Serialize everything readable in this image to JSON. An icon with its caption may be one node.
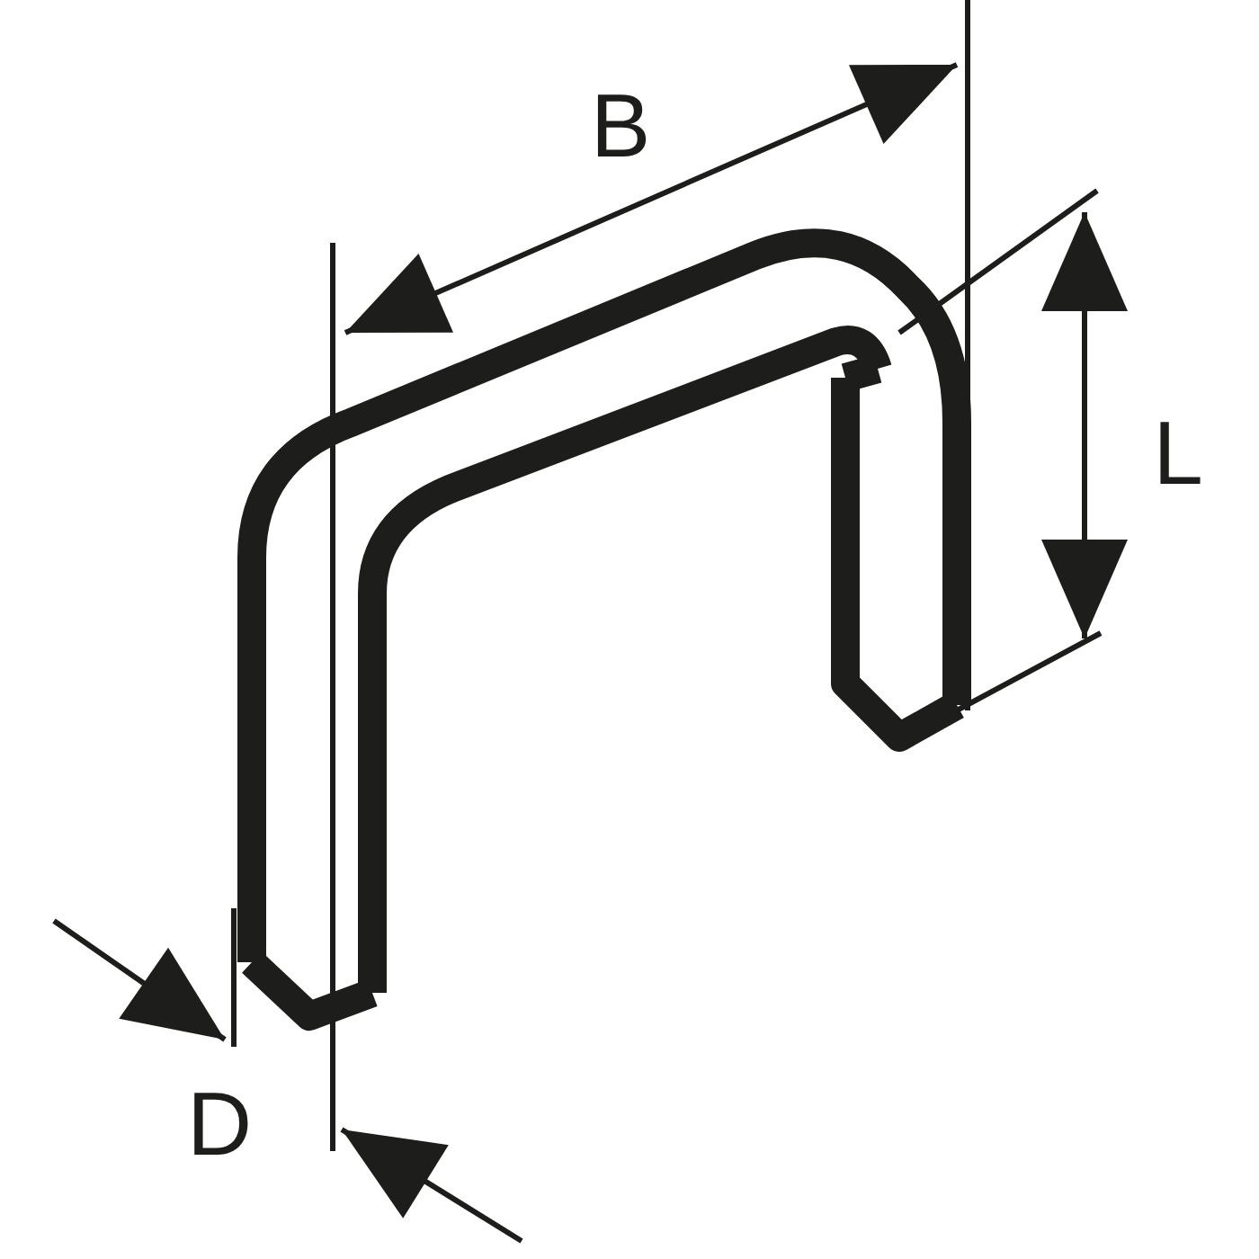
{
  "diagram": {
    "labels": [
      "B",
      "L",
      "D"
    ]
  }
}
